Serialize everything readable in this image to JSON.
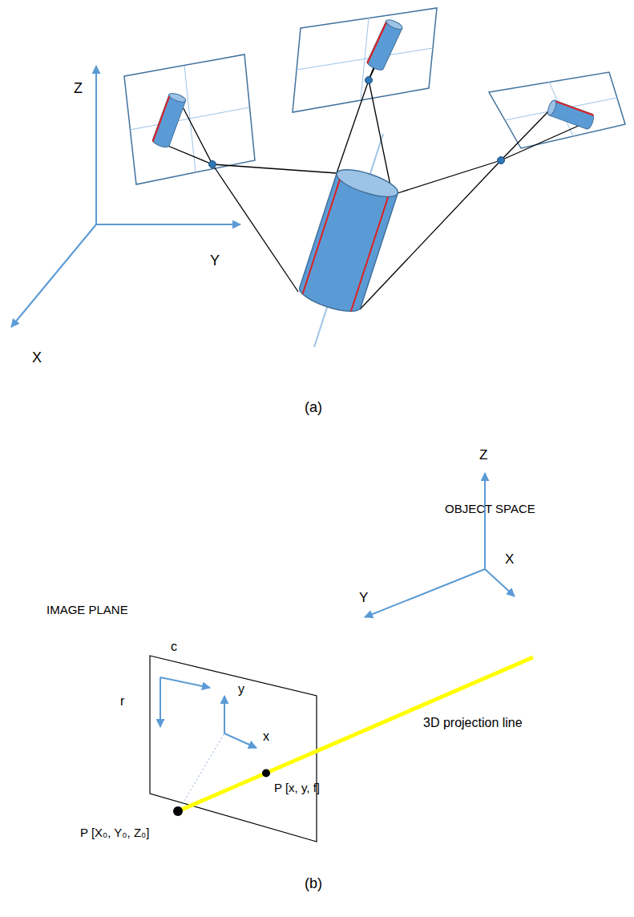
{
  "diagram": {
    "labels": [
      "Z",
      "Y",
      "X",
      "(a)",
      "IMAGE PLANE",
      "OBJECT SPACE",
      "Z",
      "Y",
      "X",
      "c",
      "y",
      "r",
      "x",
      "P [x, y, f]",
      "3D projection line",
      "P [X₀, Y₀, Z₀]",
      "(b)"
    ]
  }
}
